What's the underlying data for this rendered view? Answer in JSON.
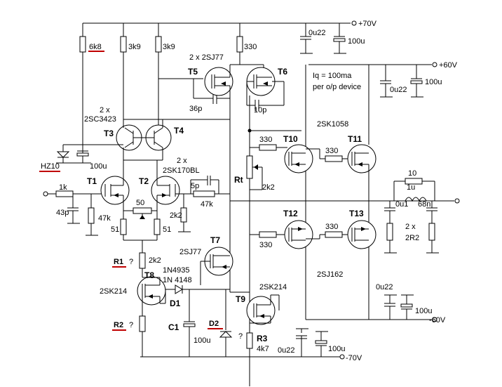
{
  "rails": {
    "p70": "+70V",
    "p60": "+60V",
    "n60": "-60V",
    "n70": "-70V"
  },
  "note": {
    "line1": "Iq = 100ma",
    "line2": "per o/p device"
  },
  "transistors": {
    "t1": "T1",
    "t2": "T2",
    "t3": "T3",
    "t4": "T4",
    "t5": "T5",
    "t6": "T6",
    "t7": "T7",
    "t8": "T8",
    "t9": "T9",
    "t10": "T10",
    "t11": "T11",
    "t12": "T12",
    "t13": "T13"
  },
  "parts": {
    "t3t4": "2SC3423",
    "t3t4_count": "2 x",
    "t1t2": "2SK170BL",
    "t1t2_count": "2 x",
    "t5t6": "2 x 2SJ77",
    "t7": "2SJ77",
    "t8": "2SK214",
    "t9": "2SK214",
    "t10t11": "2SK1058",
    "t12t13": "2SJ162",
    "zener": "HZ10",
    "d1a": "1N4935",
    "d1b": "1N 4148"
  },
  "labels": {
    "d1": "D1",
    "d2": "D2",
    "c1": "C1",
    "r1": "R1",
    "r2": "R2",
    "r3": "R3",
    "rt": "Rt",
    "q": "?"
  },
  "values": {
    "r6k8": "6k8",
    "r3k9a": "3k9",
    "r3k9b": "3k9",
    "r330top": "330",
    "c36p": "36p",
    "c10p": "10p",
    "c0u22a": "0u22",
    "c100ua": "100u",
    "c0u22b": "0u22",
    "c100ub": "100u",
    "c0u22c": "0u22",
    "c100uc": "100u",
    "c0u22d": "0u22",
    "c100ud": "100u",
    "c100ue": "100u",
    "r1k": "1k",
    "c43p": "43p",
    "r47k": "47k",
    "r50": "50",
    "r51a": "51",
    "r51b": "51",
    "r2k2a": "2k2",
    "c5p": "5p",
    "r47kfb": "47k",
    "r2k2r1": "2k2",
    "c100uc1": "100u",
    "r4k7": "4k7",
    "r330t10": "330",
    "r330t11": "330",
    "r330t12": "330",
    "r330t13": "330",
    "rt2k2": "2k2",
    "r10": "10",
    "l1u": "1u",
    "c0u1": "0u1",
    "c68n": "68n",
    "r2r2": "2R2",
    "r2r2count": "2 x"
  }
}
